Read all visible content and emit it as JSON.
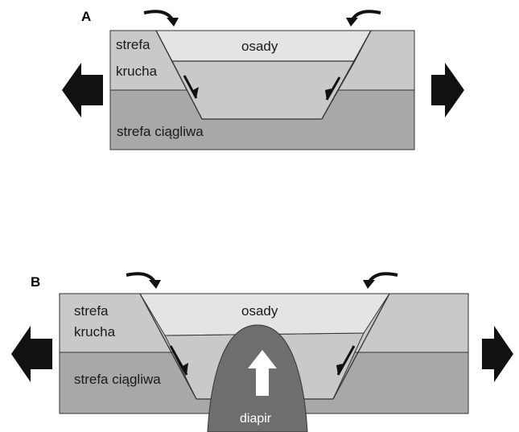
{
  "colors": {
    "sediment": "#e4e4e4",
    "brittle": "#c9c9c9",
    "ductile": "#a8a8a8",
    "diapir": "#6e6e6e",
    "stroke": "#333333",
    "arrow": "#111111"
  },
  "panel_a": {
    "letter": "A",
    "brittle_line1": "strefa",
    "brittle_line2": "krucha",
    "sediments": "osady",
    "ductile": "strefa ciągliwa"
  },
  "panel_b": {
    "letter": "B",
    "brittle_line1": "strefa",
    "brittle_line2": "krucha",
    "sediments": "osady",
    "ductile": "strefa ciągliwa",
    "diapir": "diapir"
  }
}
